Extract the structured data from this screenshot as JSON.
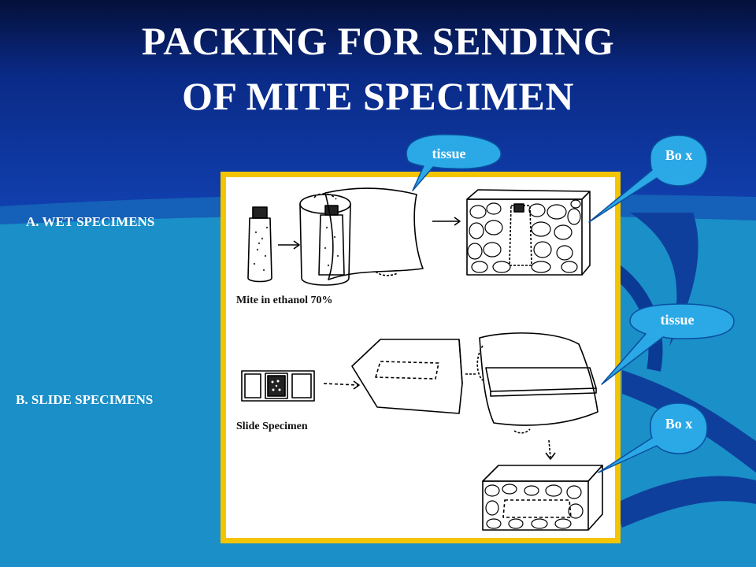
{
  "title": {
    "line1": "PACKING FOR SENDING",
    "line2": "OF MITE SPECIMEN"
  },
  "sections": {
    "wet": "A. WET SPECIMENS",
    "slide": "B. SLIDE SPECIMENS"
  },
  "captions": {
    "wet": "Mite in ethanol 70%",
    "slide": "Slide Specimen"
  },
  "callouts": {
    "tissue_top": "tissue",
    "box_top": "Bo x",
    "tissue_mid": "tissue",
    "box_bottom": "Bo x"
  },
  "colors": {
    "background_dark": "#0a2a7a",
    "background_light": "#1a8fc8",
    "panel_border": "#f3c400",
    "callout_fill": "#2aa9e6"
  }
}
